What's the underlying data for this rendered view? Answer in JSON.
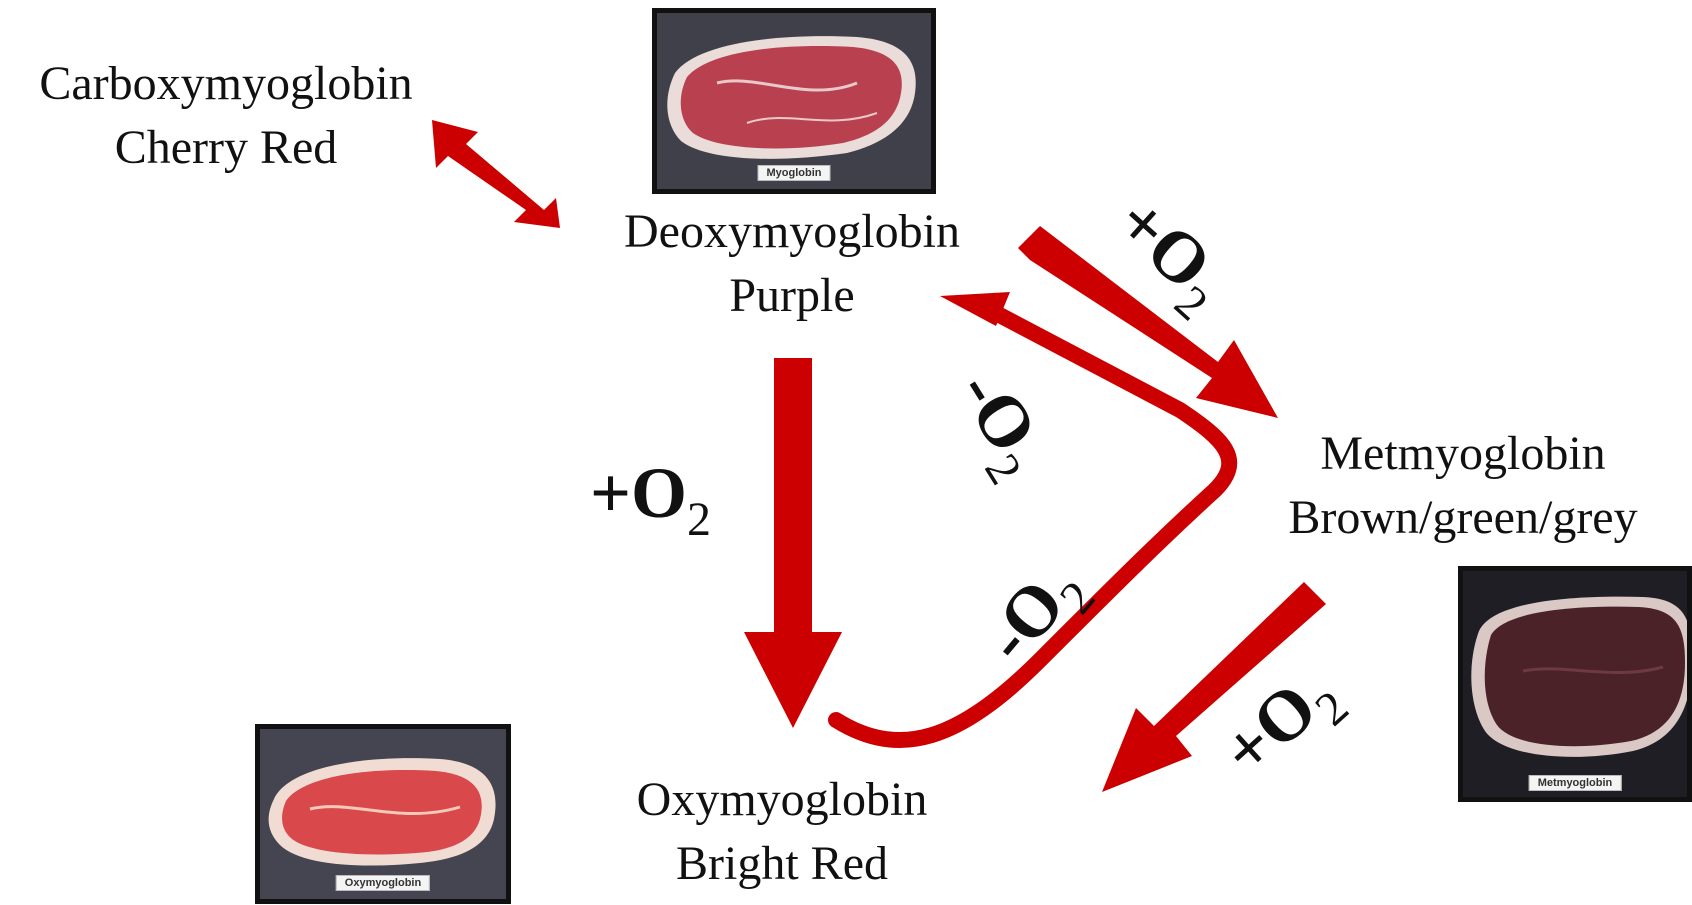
{
  "nodes": {
    "carboxy": {
      "name": "Carboxymyoglobin",
      "color": "Cherry Red"
    },
    "deoxy": {
      "name": "Deoxymyoglobin",
      "color": "Purple"
    },
    "met": {
      "name": "Metmyoglobin",
      "color": "Brown/green/grey"
    },
    "oxy": {
      "name": "Oxymyoglobin",
      "color": "Bright Red"
    }
  },
  "photos": {
    "myoglobin": {
      "caption": "Myoglobin"
    },
    "oxymyoglobin": {
      "caption": "Oxymyoglobin"
    },
    "metmyoglobin": {
      "caption": "Metmyoglobin"
    }
  },
  "reactions": {
    "deoxy_to_met": {
      "sign": "+O",
      "subscript": "2"
    },
    "met_to_deoxy": {
      "sign": "-O",
      "subscript": "2"
    },
    "deoxy_to_oxy": {
      "sign": "+O",
      "subscript": "2"
    },
    "oxy_to_deoxy": {
      "sign": "-O",
      "subscript": "2"
    },
    "met_to_oxy": {
      "sign": "+O",
      "subscript": "2"
    }
  },
  "colors": {
    "arrow": "#cc0000",
    "text": "#111111"
  }
}
